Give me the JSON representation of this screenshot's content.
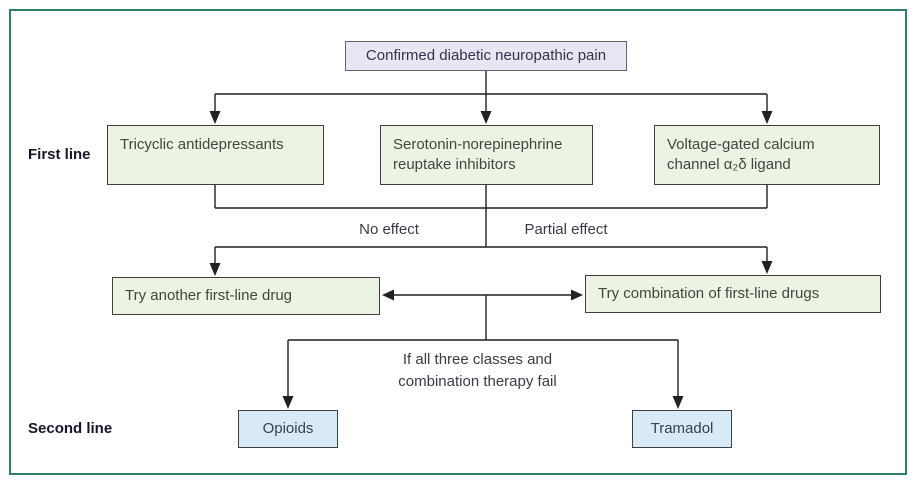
{
  "flow": {
    "start": {
      "label": "Confirmed diabetic neuropathic pain"
    },
    "row_labels": {
      "first_line": "First line",
      "second_line": "Second line"
    },
    "first_line_options": [
      {
        "label": "Tricyclic antidepressants"
      },
      {
        "label": "Serotonin-norepinephrine reuptake inhibitors"
      },
      {
        "label": "Voltage-gated calcium channel α₂δ ligand"
      }
    ],
    "branch_labels": {
      "no_effect": "No effect",
      "partial_effect": "Partial effect"
    },
    "no_effect_action": {
      "label": "Try another first-line drug"
    },
    "partial_effect_action": {
      "label": "Try combination of first-line drugs"
    },
    "fail_note": "If all three classes and combination therapy fail",
    "second_line_options": [
      {
        "label": "Opioids"
      },
      {
        "label": "Tramadol"
      }
    ]
  },
  "colors": {
    "frame_border": "#2e7d6e",
    "start_fill": "#e8e6f3",
    "start_border": "#62627a",
    "first_line_fill": "#edf3e2",
    "second_line_fill": "#d8eaf6",
    "box_border": "#3d3f3e",
    "connector": "#241f21"
  }
}
